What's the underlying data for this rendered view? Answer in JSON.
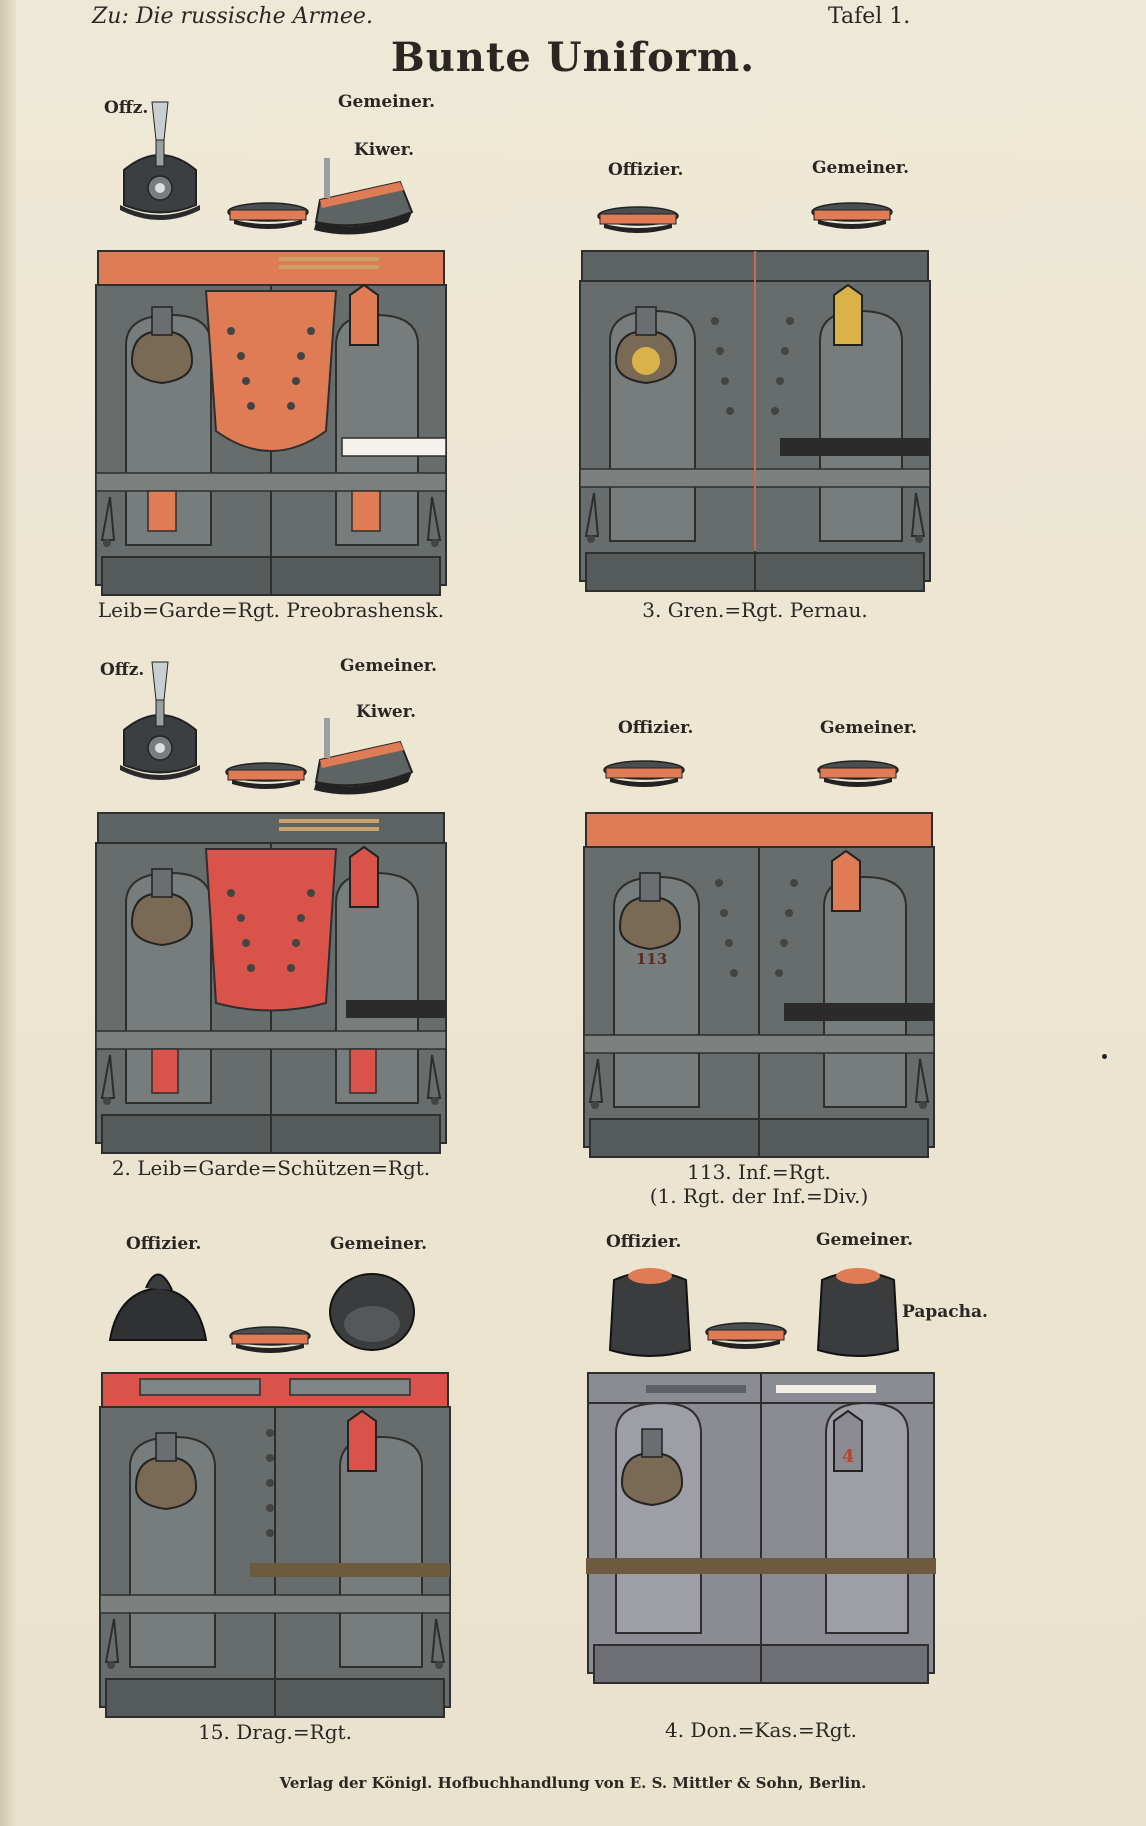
{
  "header": {
    "left": "Zu: Die russische Armee.",
    "right": "Tafel 1.",
    "title": "Bunte Uniform."
  },
  "panels": [
    {
      "caption": "Leib=Garde=Rgt. Preobrashensk.",
      "labels": [
        "Offz.",
        "Gemeiner.",
        "Kiwer."
      ]
    },
    {
      "caption": "3. Gren.=Rgt. Pernau.",
      "labels": [
        "Offizier.",
        "Gemeiner."
      ]
    },
    {
      "caption": "2. Leib=Garde=Schützen=Rgt.",
      "labels": [
        "Offz.",
        "Gemeiner.",
        "Kiwer."
      ]
    },
    {
      "caption_line1": "113. Inf.=Rgt.",
      "caption_line2": "(1. Rgt. der Inf.=Div.)",
      "labels": [
        "Offizier.",
        "Gemeiner."
      ],
      "badge": "113"
    },
    {
      "caption": "15. Drag.=Rgt.",
      "labels": [
        "Offizier.",
        "Gemeiner."
      ]
    },
    {
      "caption": "4. Don.=Kas.=Rgt.",
      "labels": [
        "Offizier.",
        "Gemeiner.",
        "Papacha."
      ],
      "badge": "4"
    }
  ],
  "footer": "Verlag der Königl. Hofbuchhandlung von E. S. Mittler & Sohn, Berlin.",
  "colors": {
    "paper": "#ece6d3",
    "coat_dark": "#5d6463",
    "coat_mid": "#6f7675",
    "orange": "#e07c55",
    "red": "#d9534a",
    "black": "#2b2b2b",
    "cossack_grey": "#8b8c93"
  }
}
